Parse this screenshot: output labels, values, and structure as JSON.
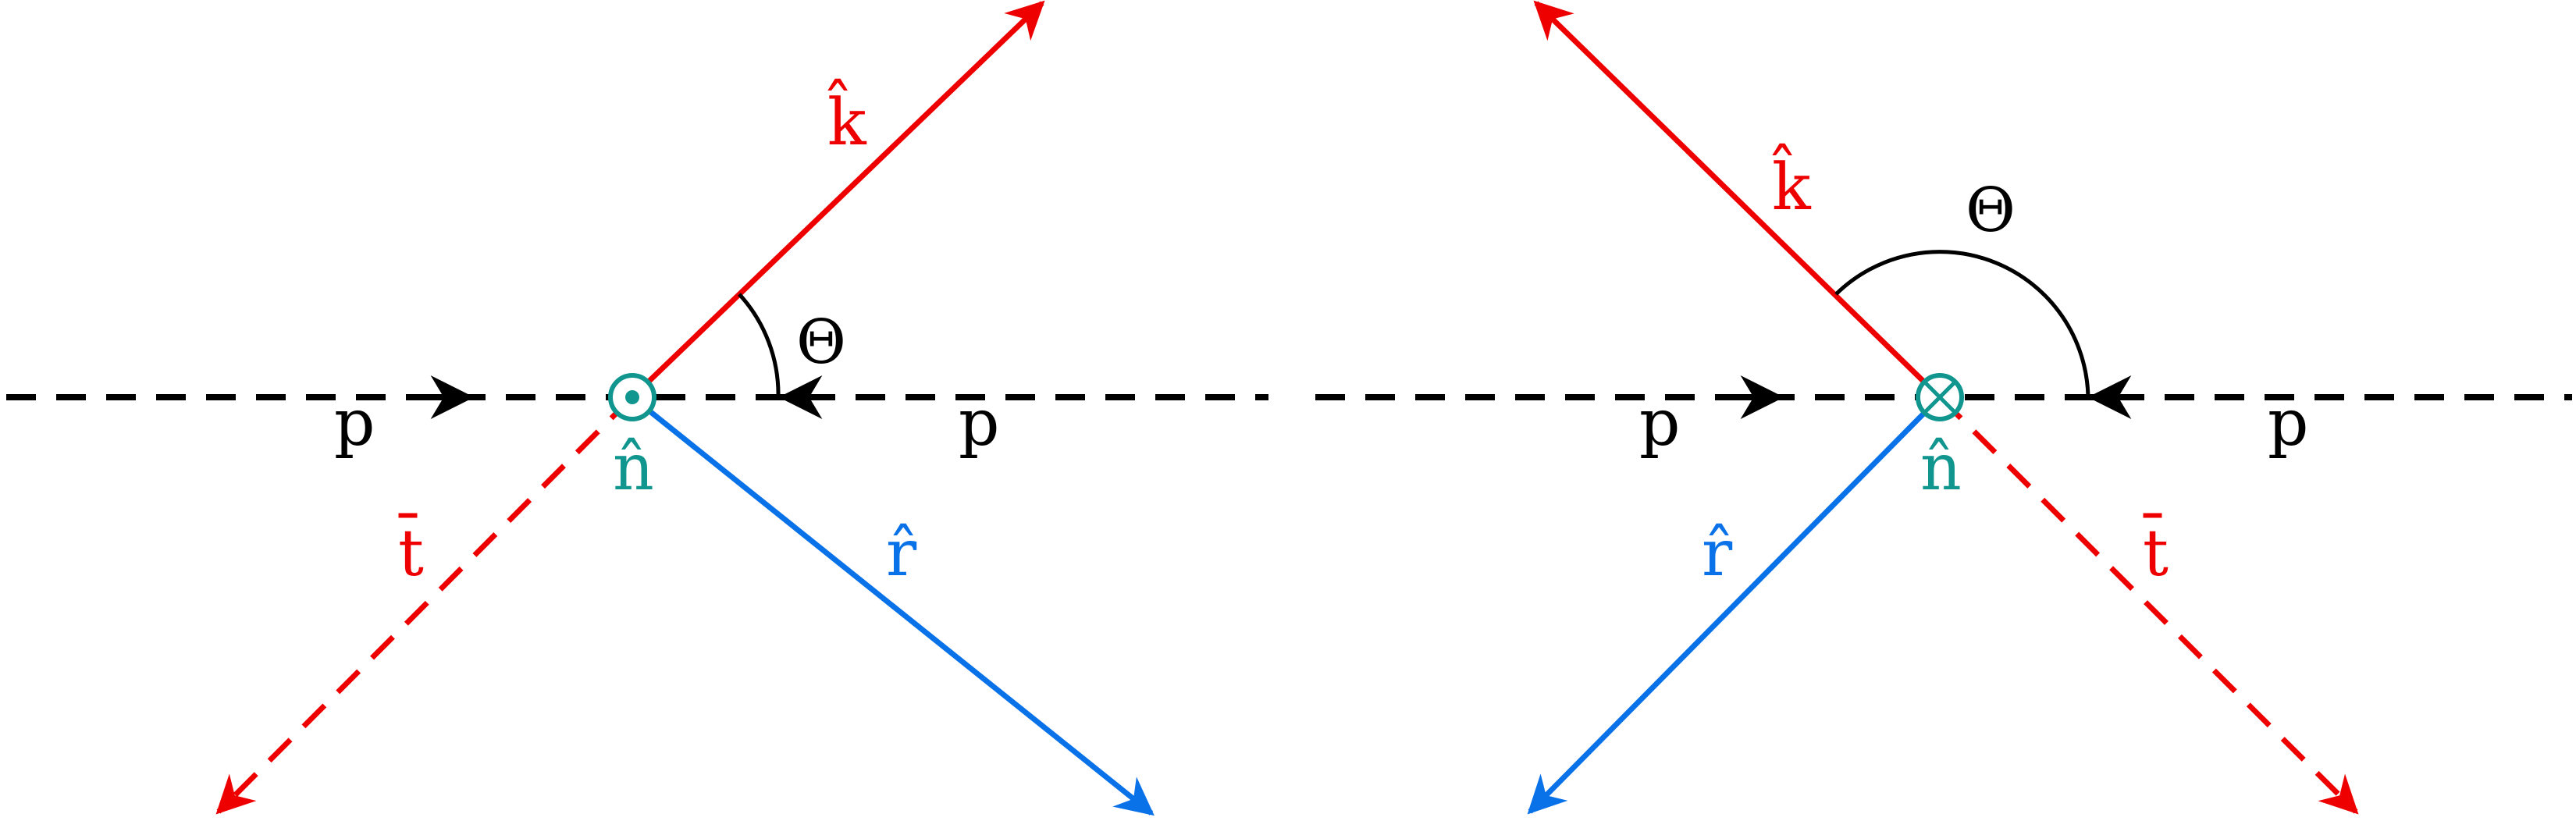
{
  "colors": {
    "beam": "#000000",
    "top": "#ee0000",
    "antitop": "#ee0000",
    "recoil": "#0a72e8",
    "normal": "#10968f",
    "angle": "#000000"
  },
  "panels": [
    {
      "normal_symbol": "dot",
      "labels": {
        "k": "k̂",
        "theta": "Θ",
        "p_left": "p",
        "p_right": "p",
        "n": "n̂",
        "t": "t̄",
        "r": "r̂"
      }
    },
    {
      "normal_symbol": "cross",
      "labels": {
        "k": "k̂",
        "theta": "Θ",
        "p_left": "p",
        "p_right": "p",
        "n": "n̂",
        "t": "t̄",
        "r": "r̂"
      }
    }
  ]
}
